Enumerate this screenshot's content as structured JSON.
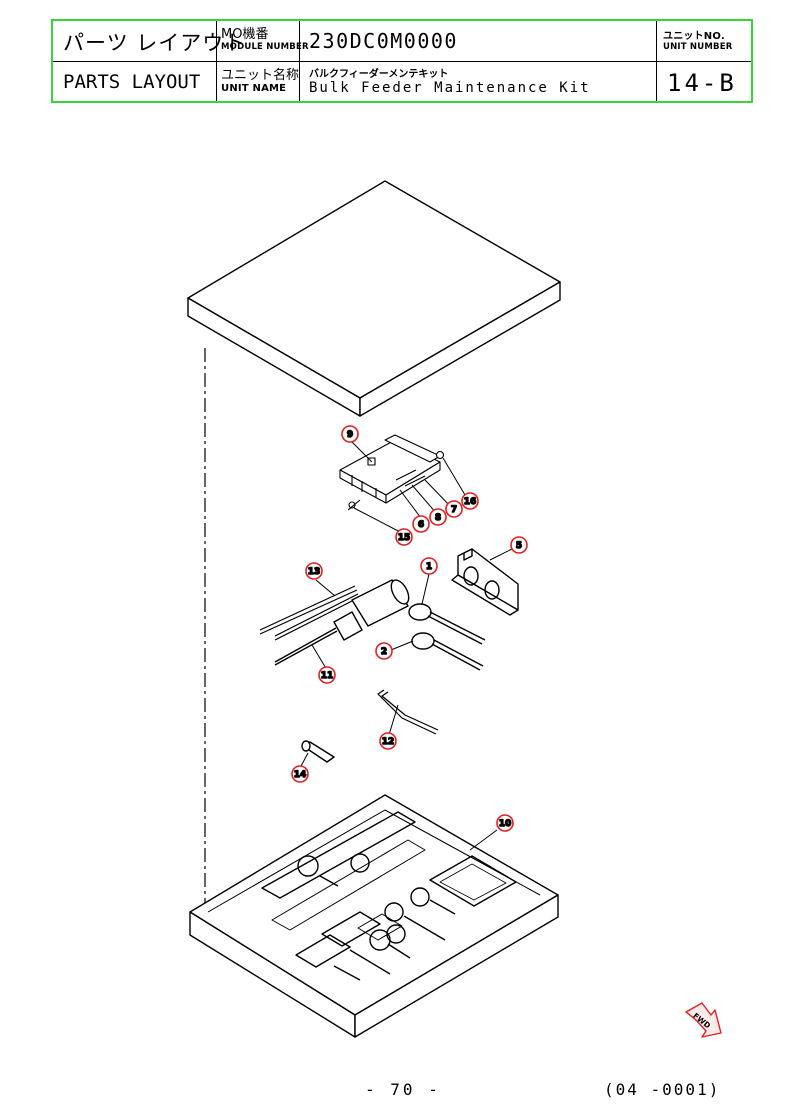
{
  "header": {
    "title_jp": "パーツ レイアウト",
    "title_en": "PARTS LAYOUT",
    "module_label_jp": "MO機番",
    "module_label_en": "MODULE NUMBER",
    "module_number": "230DC0M0000",
    "unit_no_label_jp": "ユニットNO.",
    "unit_no_label_en": "UNIT NUMBER",
    "unit_number": "14-B",
    "unit_name_label_jp": "ユニット名称",
    "unit_name_label_en": "UNIT NAME",
    "unit_name_jp": "バルクフィーダーメンテキット",
    "unit_name_en": "Bulk Feeder Maintenance Kit"
  },
  "callouts": [
    "1",
    "2",
    "5",
    "6",
    "7",
    "8",
    "9",
    "10",
    "11",
    "12",
    "13",
    "14",
    "15",
    "16"
  ],
  "fwd_label": "FWD",
  "footer": {
    "page": "- 70 -",
    "code": "(04 -0001)"
  },
  "colors": {
    "frame": "#3ad43a",
    "callout_ring": "#e02020",
    "fwd_arrow": "#e02020"
  }
}
